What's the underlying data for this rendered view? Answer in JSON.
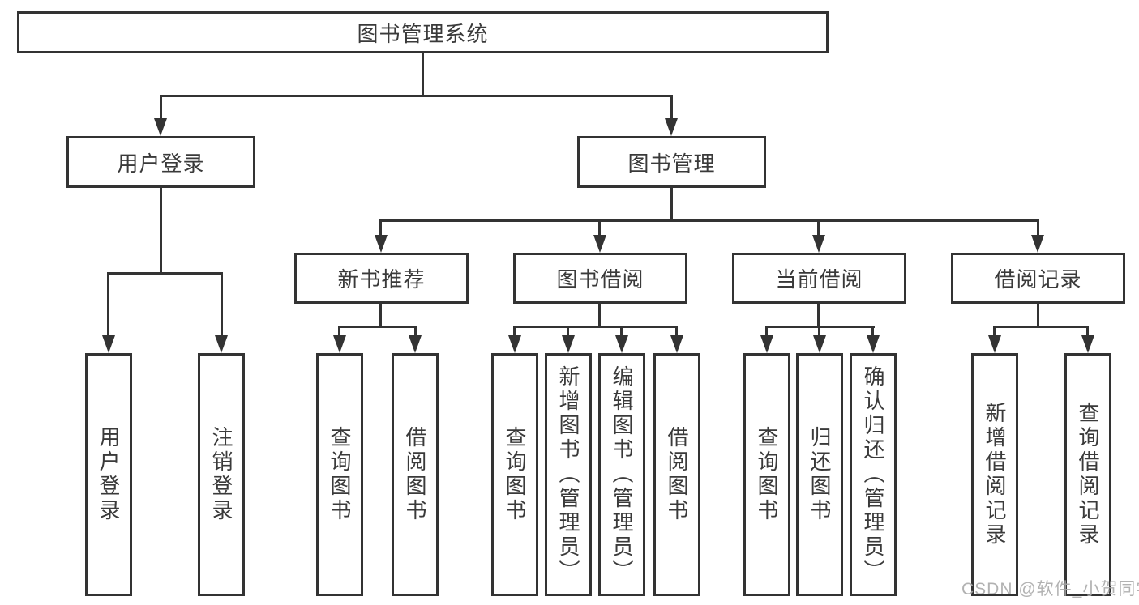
{
  "diagram": {
    "colors": {
      "line": "#333333",
      "node_border": "#333333",
      "text": "#3a3a3a",
      "watermark": "#aaaaaa",
      "background": "#ffffff"
    },
    "watermark": "CSDN @软件_小贺同学",
    "tree": {
      "root": {
        "label": "图书管理系统",
        "children": [
          {
            "label": "用户登录",
            "children": [
              {
                "label": "用户登录"
              },
              {
                "label": "注销登录"
              }
            ]
          },
          {
            "label": "图书管理",
            "children": [
              {
                "label": "新书推荐",
                "children": [
                  {
                    "label": "查询图书"
                  },
                  {
                    "label": "借阅图书"
                  }
                ]
              },
              {
                "label": "图书借阅",
                "children": [
                  {
                    "label": "查询图书"
                  },
                  {
                    "label": "新增图书（管理员）"
                  },
                  {
                    "label": "编辑图书（管理员）"
                  },
                  {
                    "label": "借阅图书"
                  }
                ]
              },
              {
                "label": "当前借阅",
                "children": [
                  {
                    "label": "查询图书"
                  },
                  {
                    "label": "归还图书"
                  },
                  {
                    "label": "确认归还（管理员）"
                  }
                ]
              },
              {
                "label": "借阅记录",
                "children": [
                  {
                    "label": "新增借阅记录"
                  },
                  {
                    "label": "查询借阅记录"
                  }
                ]
              }
            ]
          }
        ]
      }
    }
  }
}
